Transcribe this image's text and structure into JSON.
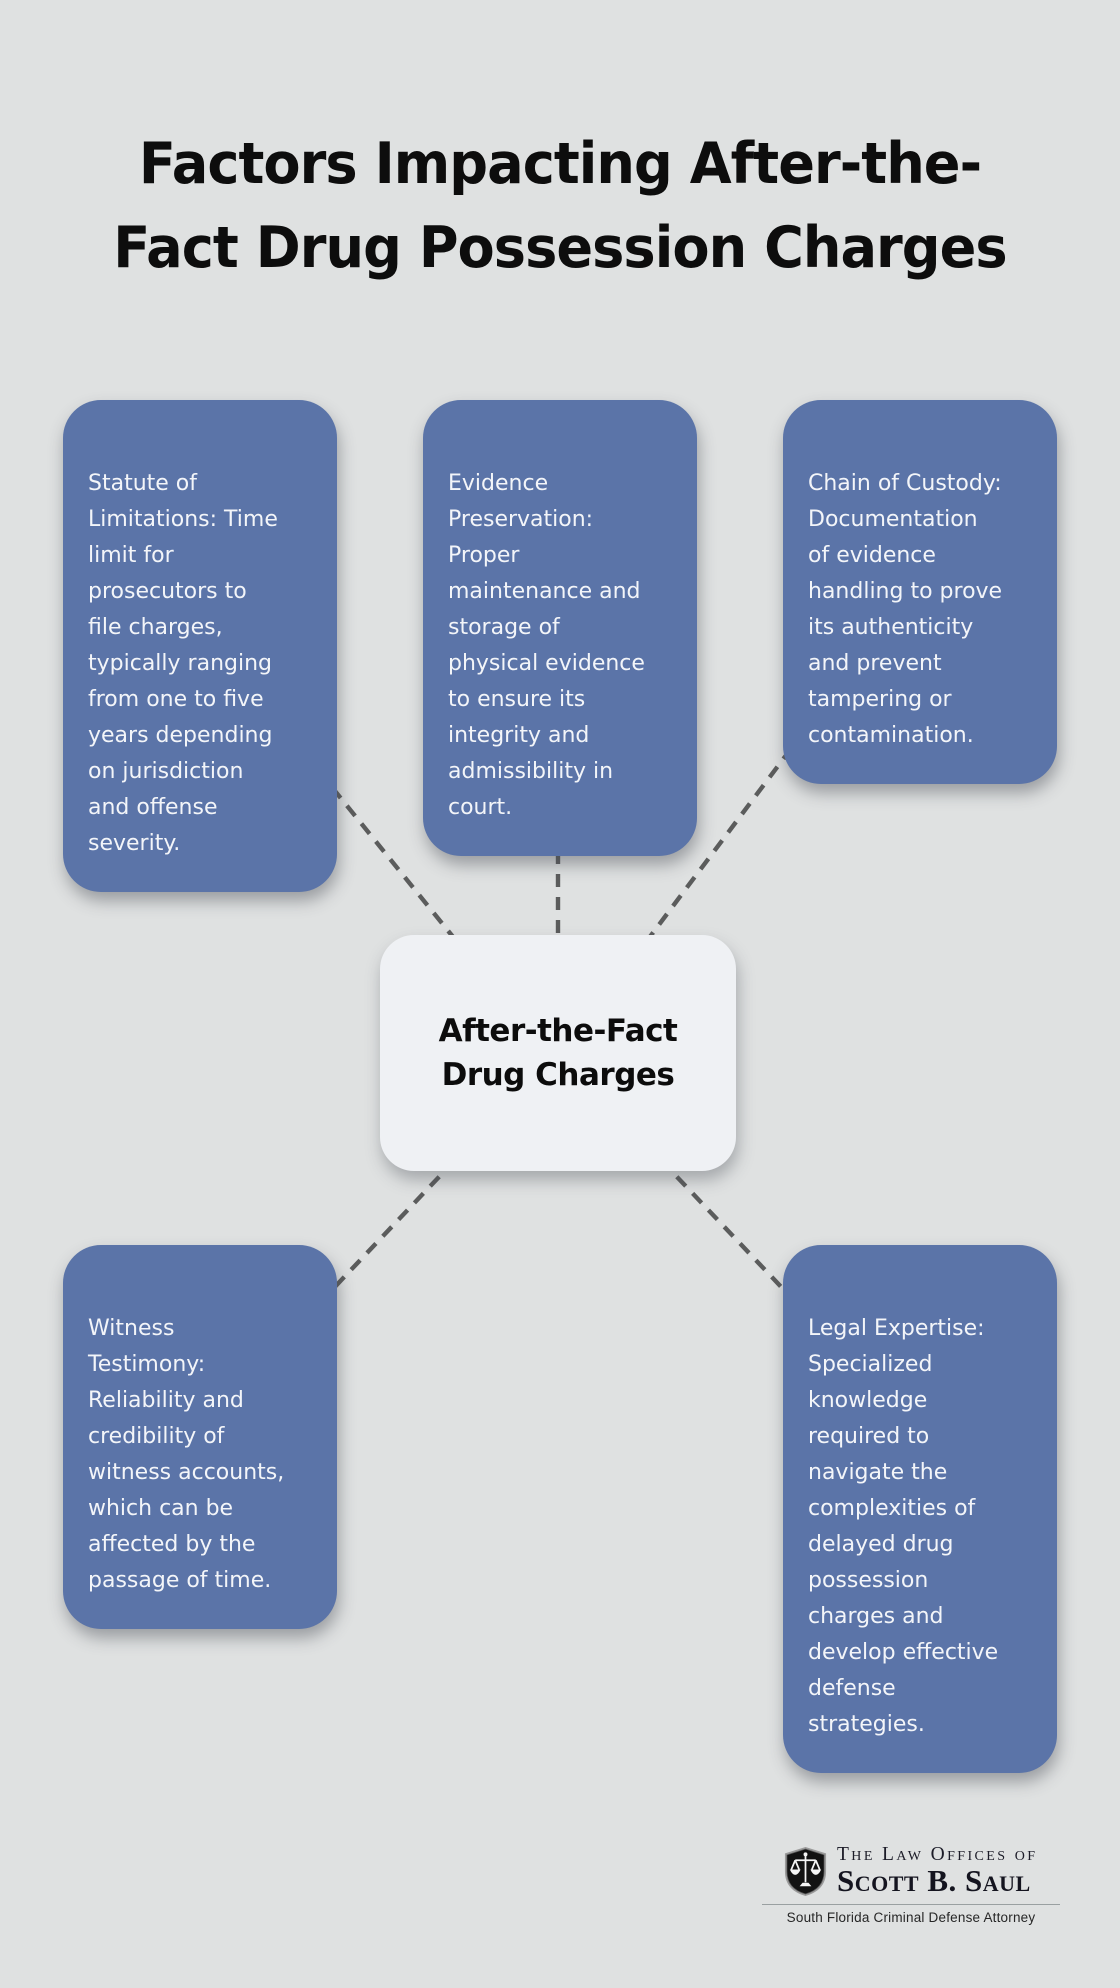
{
  "title": {
    "lines": [
      "Factors Impacting After-the-",
      "Fact Drug Possession Charges"
    ]
  },
  "center_node": {
    "lines": [
      "After-the-Fact",
      "Drug Charges"
    ]
  },
  "factors": [
    {
      "id": "statute-of-limitations",
      "text": [
        "Statute of",
        "Limitations: Time",
        "limit for",
        "prosecutors to",
        "file charges,",
        "typically ranging",
        "from one to five",
        "years depending",
        "on jurisdiction",
        "and offense",
        "severity."
      ]
    },
    {
      "id": "evidence-preservation",
      "text": [
        "Evidence",
        "Preservation:",
        "Proper",
        "maintenance and",
        "storage of",
        "physical evidence",
        "to ensure its",
        "integrity and",
        "admissibility in",
        "court."
      ]
    },
    {
      "id": "chain-of-custody",
      "text": [
        "Chain of Custody:",
        "Documentation",
        "of evidence",
        "handling to prove",
        "its authenticity",
        "and prevent",
        "tampering or",
        "contamination."
      ]
    },
    {
      "id": "witness-testimony",
      "text": [
        "Witness",
        "Testimony:",
        "Reliability and",
        "credibility of",
        "witness accounts,",
        "which can be",
        "affected by the",
        "passage of time."
      ]
    },
    {
      "id": "legal-expertise",
      "text": [
        "Legal Expertise:",
        "Specialized",
        "knowledge",
        "required to",
        "navigate the",
        "complexities of",
        "delayed drug",
        "possession",
        "charges and",
        "develop effective",
        "defense",
        "strategies."
      ]
    }
  ],
  "logo": {
    "icon": "scales-of-justice-shield-icon",
    "line1": "The Law Offices of",
    "line2": "Scott B. Saul",
    "tagline": "South Florida Criminal Defense Attorney"
  },
  "colors": {
    "background": "#dfe1e1",
    "factor_card": "#5b74a8",
    "factor_text": "#f3f5f9",
    "center_card": "#eff1f4",
    "title_text": "#0d0d0d",
    "connector": "#5b5c5c"
  }
}
